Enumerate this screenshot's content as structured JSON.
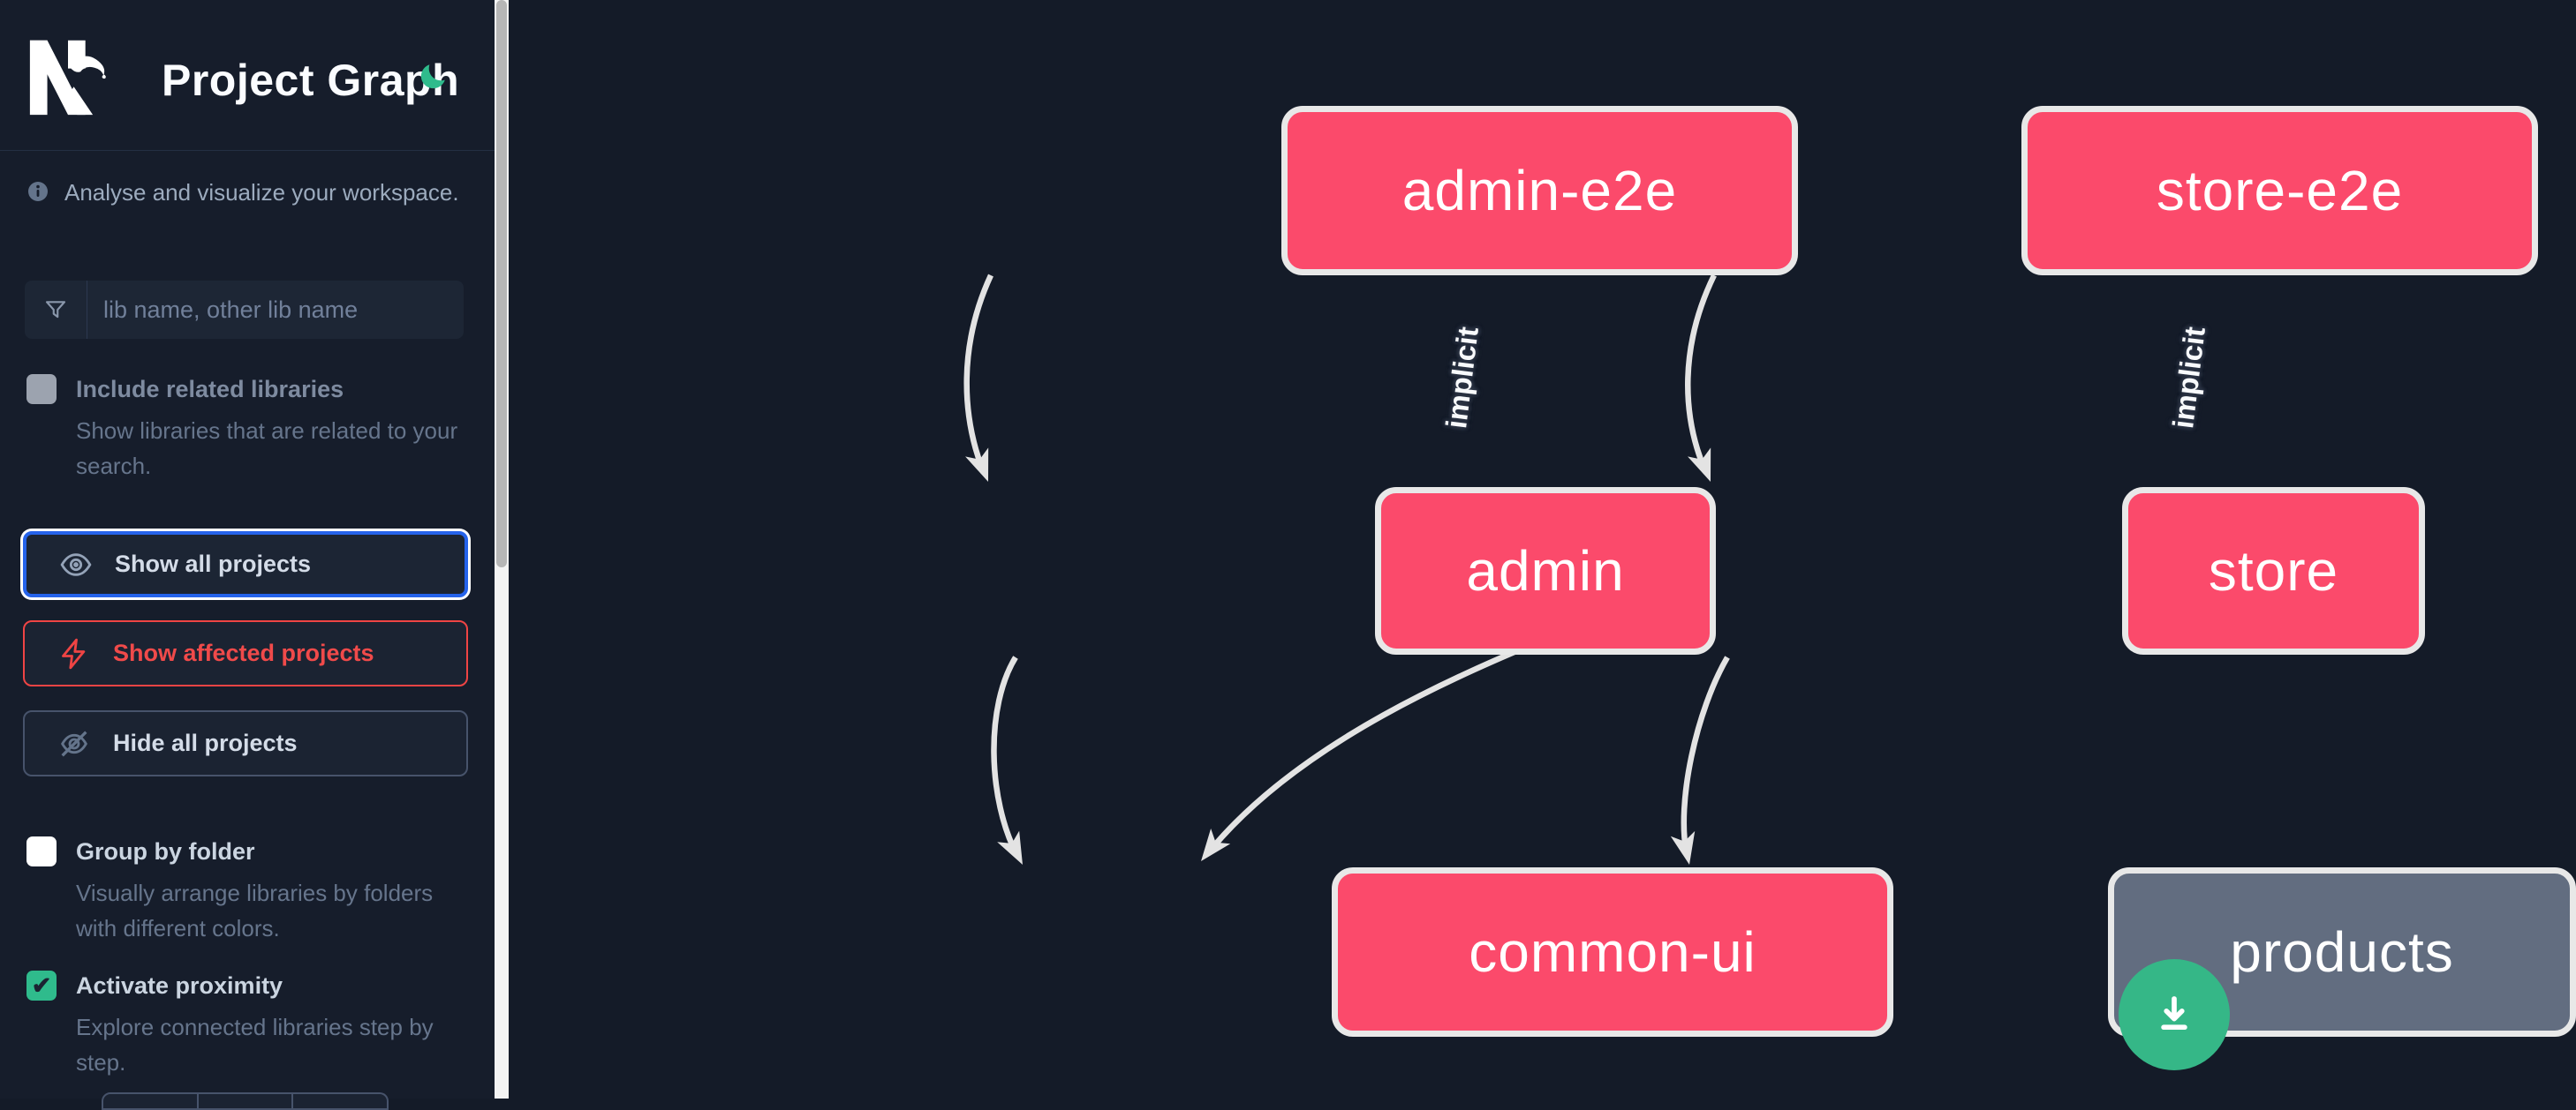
{
  "header": {
    "title": "Project Graph",
    "logo": "nx-logo",
    "theme_toggle_icon": "moon-icon"
  },
  "sidebar": {
    "tagline": "Analyse and visualize your workspace.",
    "search": {
      "placeholder": "lib name, other lib name",
      "value": "",
      "icon": "funnel-icon"
    },
    "toggles": [
      {
        "label": "Include related libraries",
        "description": "Show libraries that are related to your search.",
        "checked": false,
        "disabled": true
      },
      {
        "label": "Group by folder",
        "description": "Visually arrange libraries by folders with different colors.",
        "checked": false
      },
      {
        "label": "Activate proximity",
        "description": "Explore connected libraries step by step.",
        "checked": true,
        "checkmark": "✔"
      }
    ],
    "actions": [
      {
        "label": "Show all projects",
        "icon": "eye-icon",
        "state": "focused"
      },
      {
        "label": "Show affected projects",
        "icon": "bolt-icon",
        "variant": "affected"
      },
      {
        "label": "Hide all projects",
        "icon": "eye-off-icon"
      }
    ]
  },
  "graph": {
    "nodes": [
      {
        "id": "admin-e2e",
        "label": "admin-e2e",
        "kind": "app"
      },
      {
        "id": "store-e2e",
        "label": "store-e2e",
        "kind": "app"
      },
      {
        "id": "admin",
        "label": "admin",
        "kind": "app"
      },
      {
        "id": "store",
        "label": "store",
        "kind": "app"
      },
      {
        "id": "common-ui",
        "label": "common-ui",
        "kind": "app"
      },
      {
        "id": "products",
        "label": "products",
        "kind": "lib"
      }
    ],
    "edges": [
      {
        "from": "admin-e2e",
        "to": "admin",
        "label": "implicit"
      },
      {
        "from": "store-e2e",
        "to": "store",
        "label": "implicit"
      },
      {
        "from": "admin",
        "to": "common-ui",
        "label": ""
      },
      {
        "from": "store",
        "to": "common-ui",
        "label": ""
      },
      {
        "from": "store",
        "to": "products",
        "label": ""
      }
    ]
  },
  "fab": {
    "icon": "download-icon"
  },
  "colors": {
    "app_node": "#fb4a6b",
    "lib_node_gray": "#626d80",
    "node_border": "#e8e8e8",
    "edge": "#e3e3e3",
    "accent_green": "#2fbb8c",
    "focus_blue": "#2563eb",
    "affected_red": "#ef4444",
    "sidebar_bg": "#161d2b",
    "canvas_bg": "#141b28"
  }
}
